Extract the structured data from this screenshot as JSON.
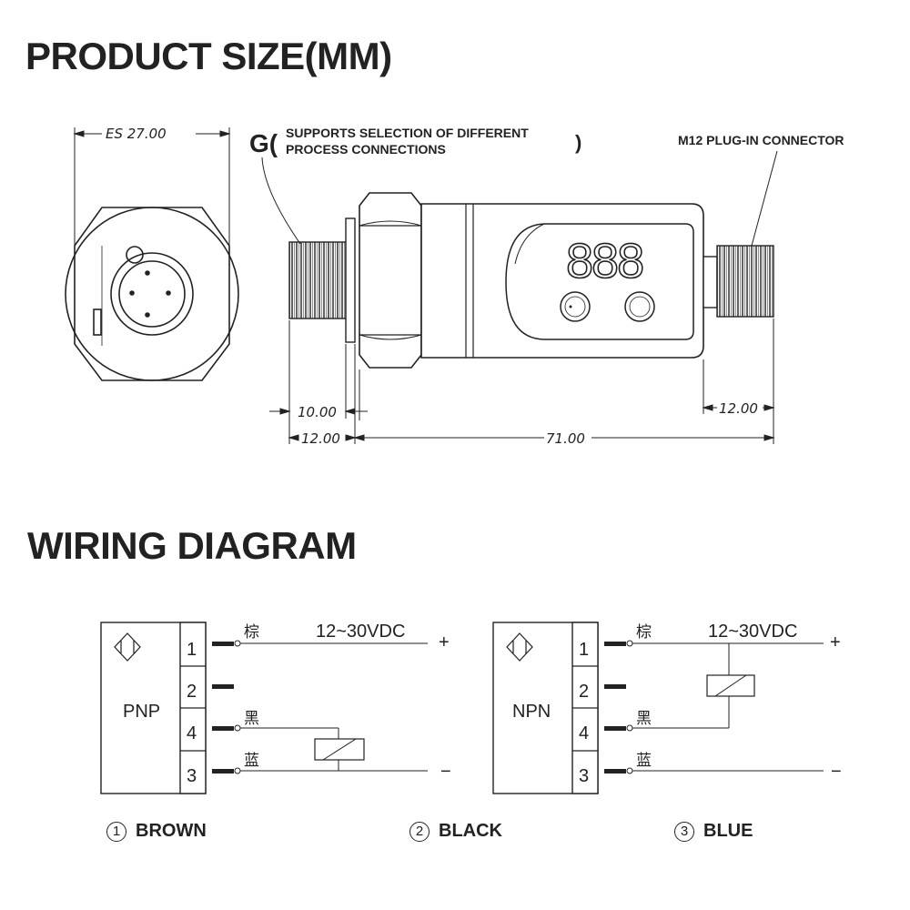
{
  "titles": {
    "product_size": "PRODUCT SIZE(MM)",
    "wiring": "WIRING DIAGRAM"
  },
  "drawing": {
    "es_dim": "ES 27.00",
    "g_label": "G(",
    "g_note_line1": "SUPPORTS SELECTION OF DIFFERENT",
    "g_note_line2": "PROCESS CONNECTIONS",
    "g_close": ")",
    "connector_note": "M12 PLUG-IN CONNECTOR",
    "display_text": "888",
    "dim_10": "10.00",
    "dim_12_left": "12.00",
    "dim_71": "71.00",
    "dim_12_right": "12.00"
  },
  "wiring": {
    "pnp": {
      "label": "PNP",
      "terminals": [
        "1",
        "2",
        "4",
        "3"
      ],
      "wire_brown": "棕",
      "wire_black": "黑",
      "wire_blue": "蓝",
      "supply": "12~30VDC",
      "plus": "+",
      "minus": "−"
    },
    "npn": {
      "label": "NPN",
      "terminals": [
        "1",
        "2",
        "4",
        "3"
      ],
      "wire_brown": "棕",
      "wire_black": "黑",
      "wire_blue": "蓝",
      "supply": "12~30VDC",
      "plus": "+",
      "minus": "−"
    }
  },
  "legend": [
    {
      "num": "1",
      "label": "BROWN"
    },
    {
      "num": "2",
      "label": "BLACK"
    },
    {
      "num": "3",
      "label": "BLUE"
    }
  ]
}
